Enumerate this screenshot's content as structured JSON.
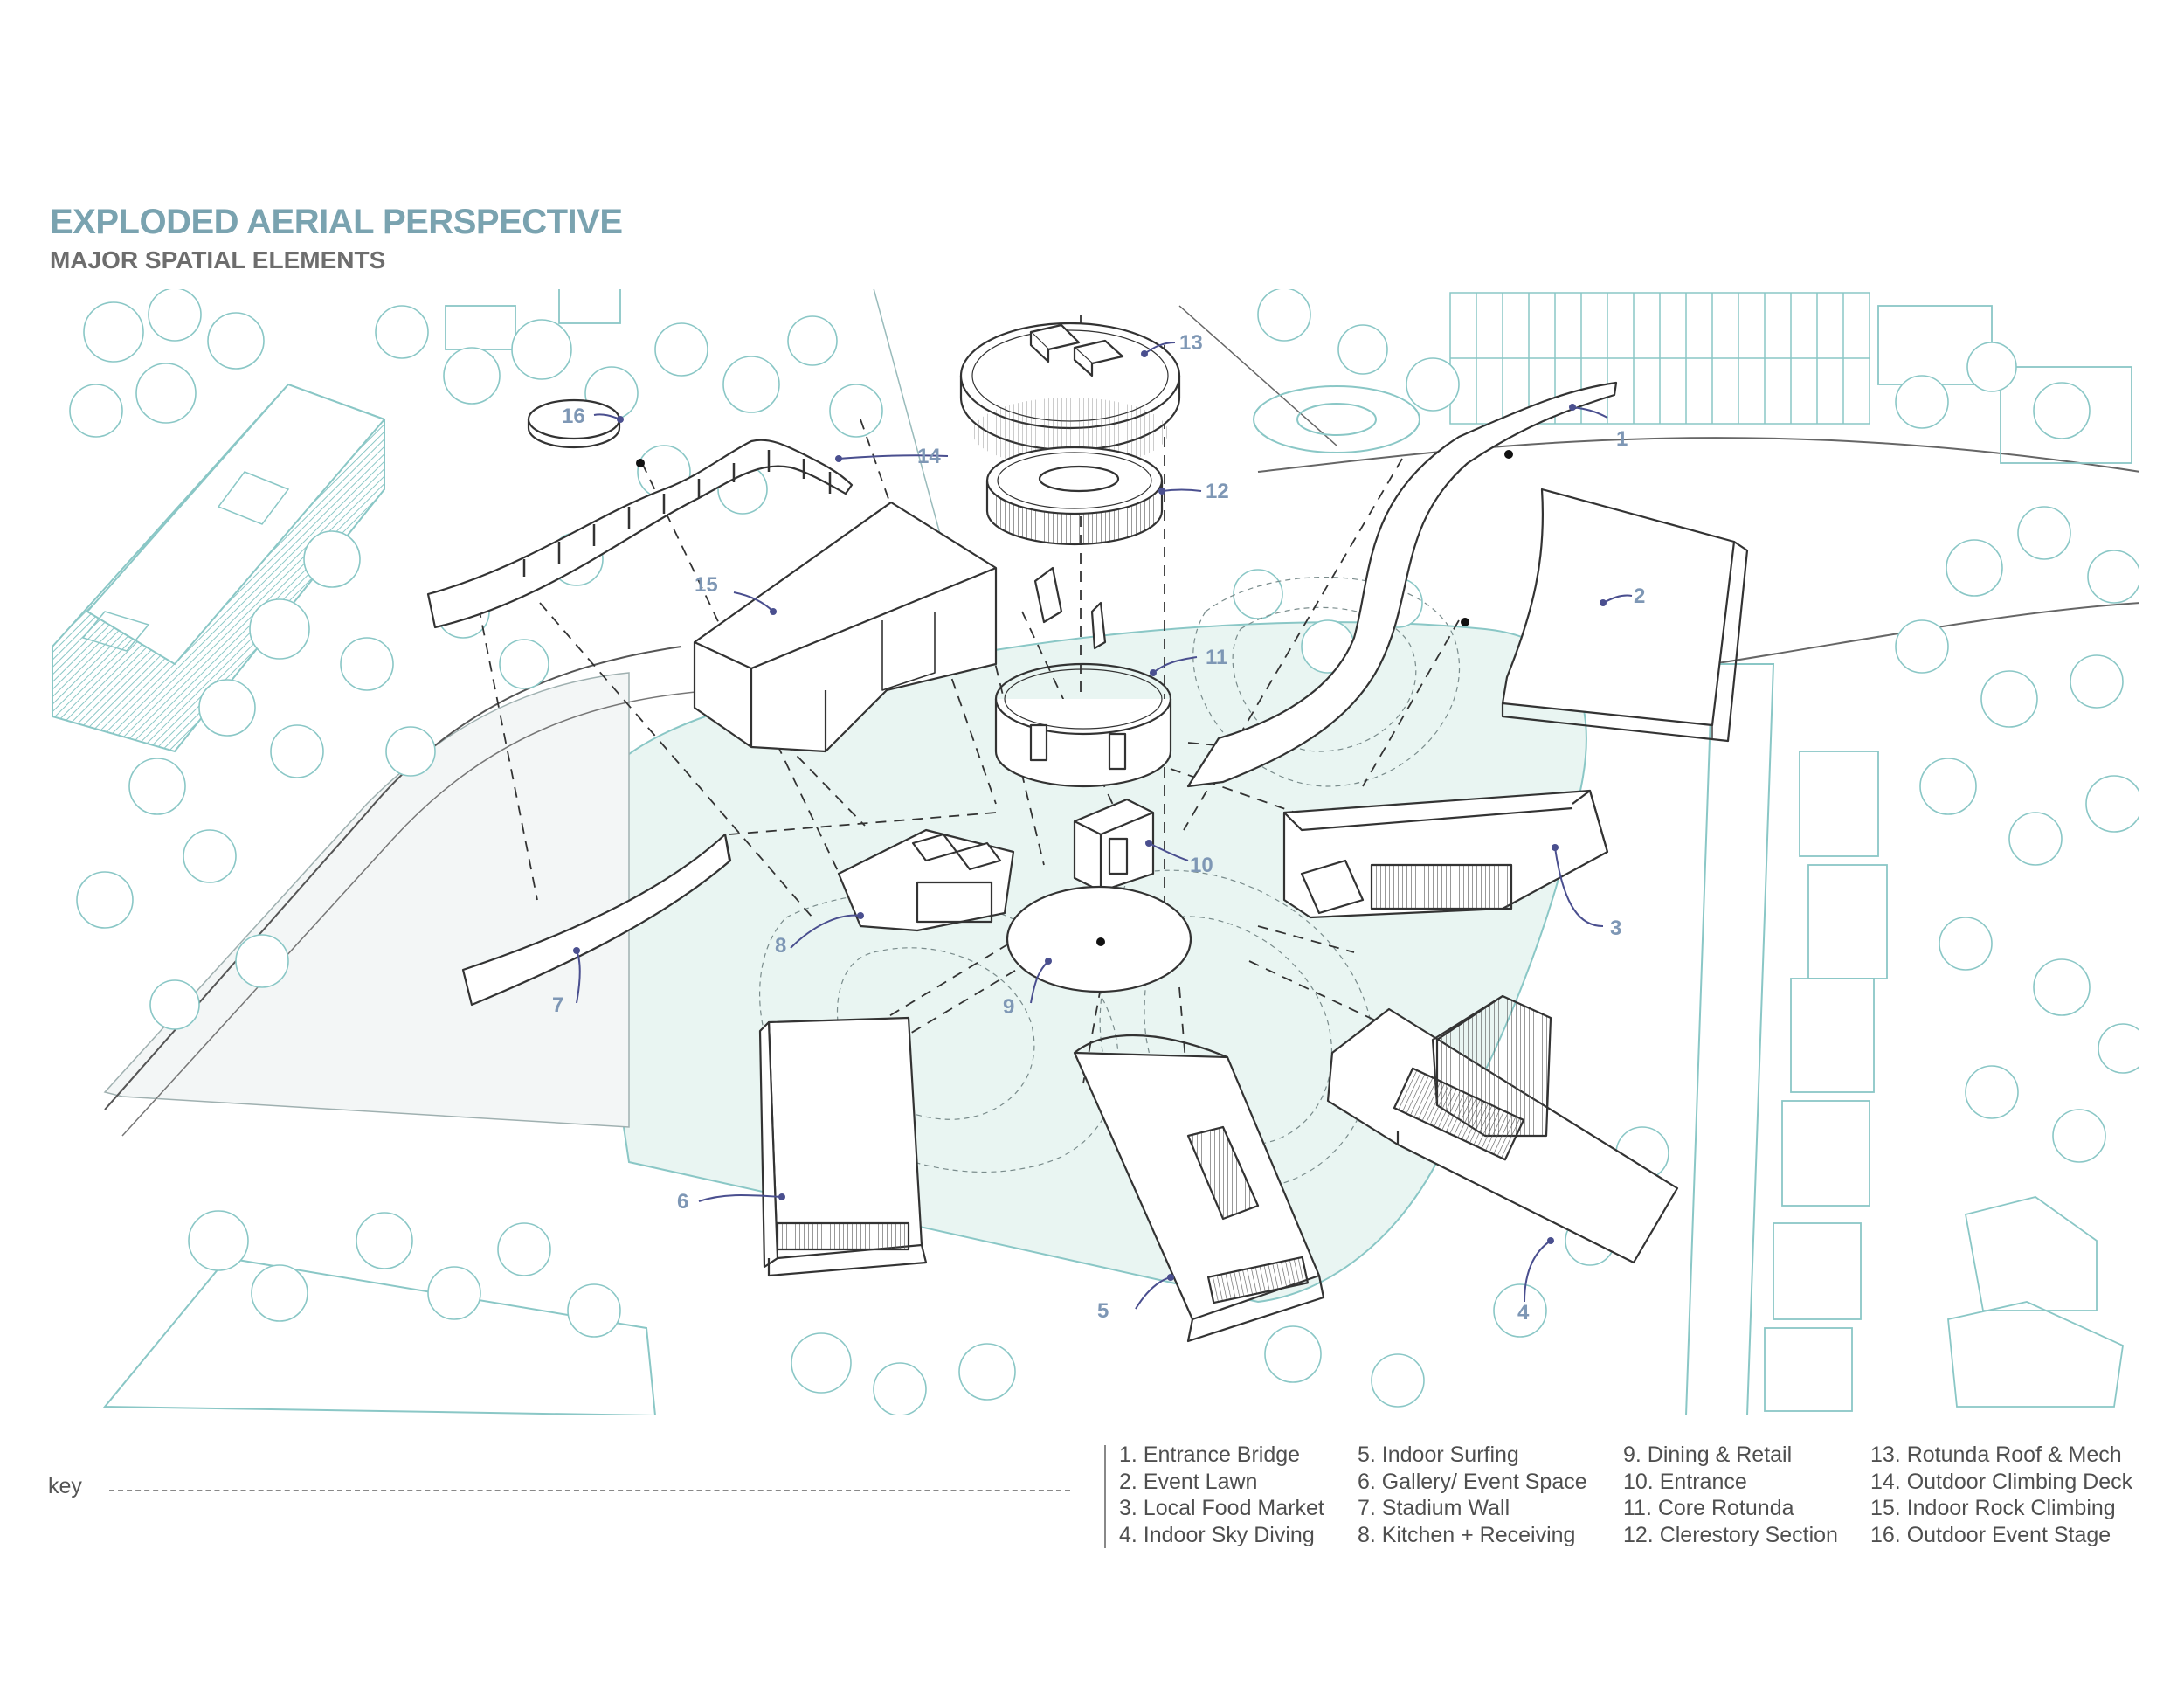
{
  "header": {
    "title": "EXPLODED AERIAL PERSPECTIVE",
    "subtitle": "MAJOR SPATIAL ELEMENTS"
  },
  "colors": {
    "title": "#7aa3b0",
    "context_lines": "#8ac7c6",
    "site_fill": "#e9f5f2",
    "building_lines": "#3a3a3a",
    "callout_text": "#7e97b5",
    "callout_leader": "#4a4f8f"
  },
  "callouts": [
    "1",
    "2",
    "3",
    "4",
    "5",
    "6",
    "7",
    "8",
    "9",
    "10",
    "11",
    "12",
    "13",
    "14",
    "15",
    "16"
  ],
  "key": {
    "label": "key",
    "columns": [
      [
        "1. Entrance Bridge",
        "2. Event Lawn",
        "3. Local Food Market",
        "4. Indoor Sky Diving"
      ],
      [
        "5. Indoor Surfing",
        "6. Gallery/ Event Space",
        "7.  Stadium Wall",
        "8. Kitchen + Receiving"
      ],
      [
        "9. Dining & Retail",
        "10. Entrance",
        "11. Core Rotunda",
        "12. Clerestory Section"
      ],
      [
        "13. Rotunda Roof & Mech",
        "14. Outdoor Climbing Deck",
        "15. Indoor Rock Climbing",
        "16. Outdoor Event Stage"
      ]
    ]
  }
}
